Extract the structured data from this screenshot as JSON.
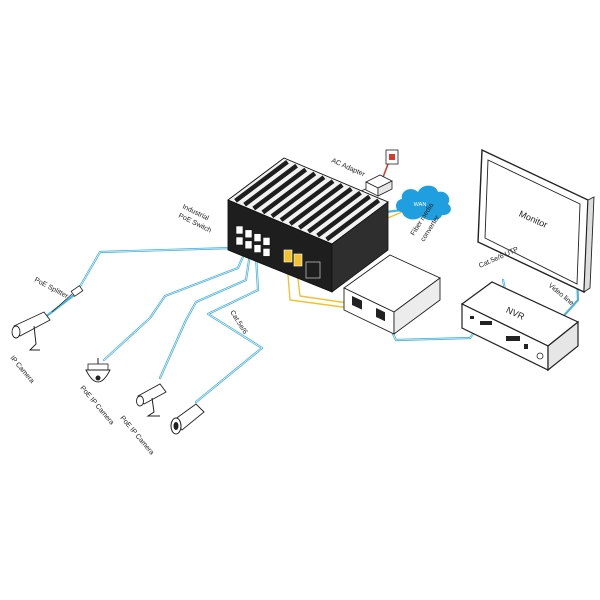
{
  "labels": {
    "switch_line1": "Industrial",
    "switch_line2": "PoE Switch",
    "ac_adapter": "AC Adapter",
    "wan": "WAN",
    "fiber_line1": "Fiber media",
    "fiber_line2": "converter",
    "monitor": "Monitor",
    "nvr": "NVR",
    "cat_utp": "Cat.5e/6 UTP",
    "video_line": "Video line",
    "cat_cable": "Cat.5e/6",
    "poe_splitter": "PoE Splitter",
    "ip_camera": "IP Camera",
    "poe_ip_camera_1": "PoE IP Camera",
    "poe_ip_camera_2": "PoE IP Camera"
  },
  "colors": {
    "lan_cable": "#4cb3d9",
    "fiber_cable": "#f2c230",
    "power_cable": "#d93a2b",
    "outline": "#222222",
    "cloud": "#1f9fe0",
    "switch_top": "#f2f2f2",
    "switch_front": "#1e1e1e"
  },
  "icons": {
    "switch": "industrial-poe-switch-icon",
    "ac_adapter": "ac-adapter-icon",
    "wall_socket": "wall-socket-icon",
    "cloud": "cloud-icon",
    "fiber_converter": "fiber-media-converter-icon",
    "monitor": "monitor-icon",
    "nvr": "nvr-icon",
    "poe_splitter": "poe-splitter-icon",
    "ip_camera": "bullet-camera-icon",
    "dome_camera": "dome-camera-icon",
    "box_camera": "box-camera-icon"
  }
}
